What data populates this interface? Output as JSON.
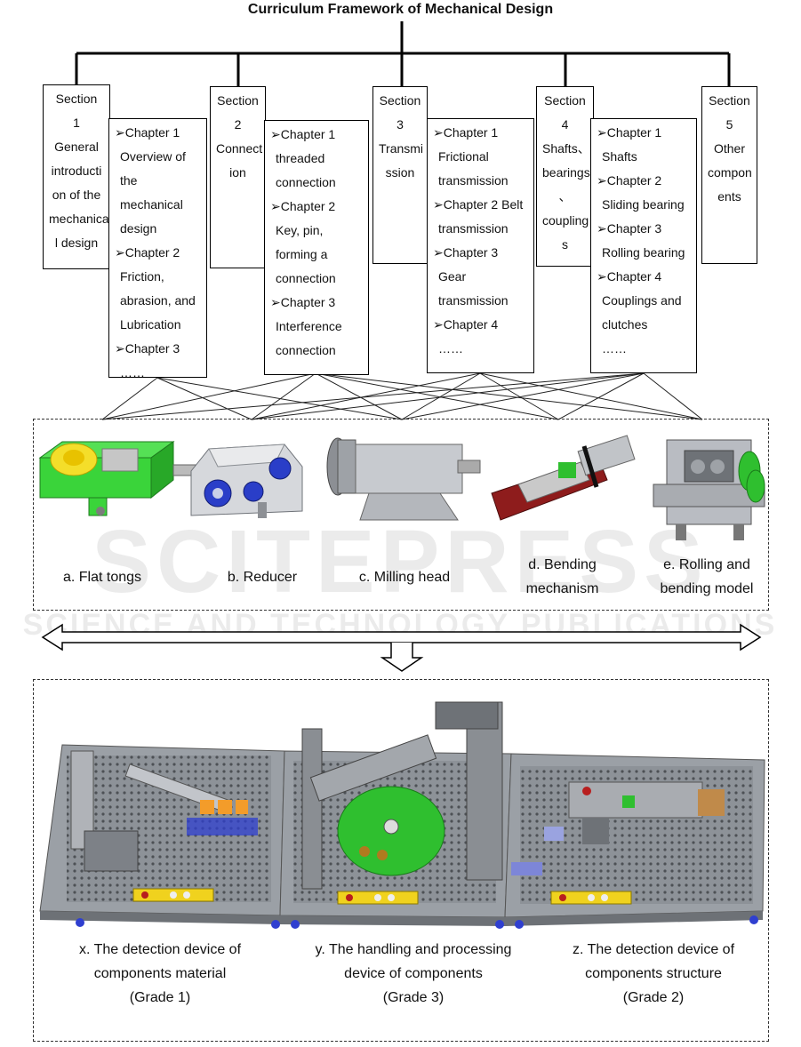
{
  "title": "Curriculum Framework of Mechanical Design",
  "sections": [
    {
      "lines": [
        "Section",
        "1",
        "General",
        "introducti",
        "on of the",
        "mechanica",
        "l design"
      ]
    },
    {
      "lines": [
        "Section",
        "2",
        "Connect",
        "ion"
      ]
    },
    {
      "lines": [
        "Section",
        "3",
        "Transmi",
        "ssion"
      ]
    },
    {
      "lines": [
        "Section",
        "4",
        "Shafts、",
        "bearings",
        "、",
        "coupling",
        "s"
      ]
    },
    {
      "lines": [
        "Section",
        "5",
        "Other",
        "compon",
        "ents"
      ]
    }
  ],
  "chapters": [
    {
      "lines": [
        "➢Chapter 1",
        "Overview of",
        "the",
        "mechanical",
        "design",
        "➢Chapter 2",
        "Friction,",
        "abrasion, and",
        "Lubrication",
        "➢Chapter 3",
        "……"
      ]
    },
    {
      "lines": [
        "➢Chapter 1",
        "threaded",
        "connection",
        "➢Chapter 2",
        "Key, pin,",
        "forming a",
        "connection",
        "➢Chapter 3",
        "Interference",
        "connection",
        "……"
      ]
    },
    {
      "lines": [
        "➢Chapter 1",
        "Frictional",
        "transmission",
        "➢Chapter 2 Belt",
        "transmission",
        "➢Chapter 3",
        "Gear",
        "transmission",
        "➢Chapter 4",
        "……"
      ]
    },
    {
      "lines": [
        "➢Chapter 1",
        "Shafts",
        "➢Chapter 2",
        "Sliding bearing",
        "➢Chapter 3",
        "Rolling bearing",
        "➢Chapter 4",
        "Couplings and",
        "clutches",
        "……"
      ]
    }
  ],
  "models": [
    {
      "label": "a. Flat tongs"
    },
    {
      "label": "b. Reducer"
    },
    {
      "label": "c. Milling head"
    },
    {
      "label": "d. Bending\nmechanism"
    },
    {
      "label": "e. Rolling and\nbending model"
    }
  ],
  "devices": [
    {
      "label": "x. The detection device of\ncomponents material\n(Grade 1)"
    },
    {
      "label": "y. The handling and processing\ndevice of components\n(Grade 3)"
    },
    {
      "label": "z. The detection device of\ncomponents structure\n(Grade 2)"
    }
  ],
  "watermark": "SCITEPRESS",
  "watermark_sub": "SCIENCE AND TECHNOLOGY PUBLICATIONS",
  "colors": {
    "green": "#32c832",
    "blue": "#2f3fd0",
    "grey": "#b9bcc2",
    "darkgrey": "#6e7277",
    "red": "#b81e1e",
    "yellow": "#f0d21e",
    "orange": "#f39c2a"
  }
}
